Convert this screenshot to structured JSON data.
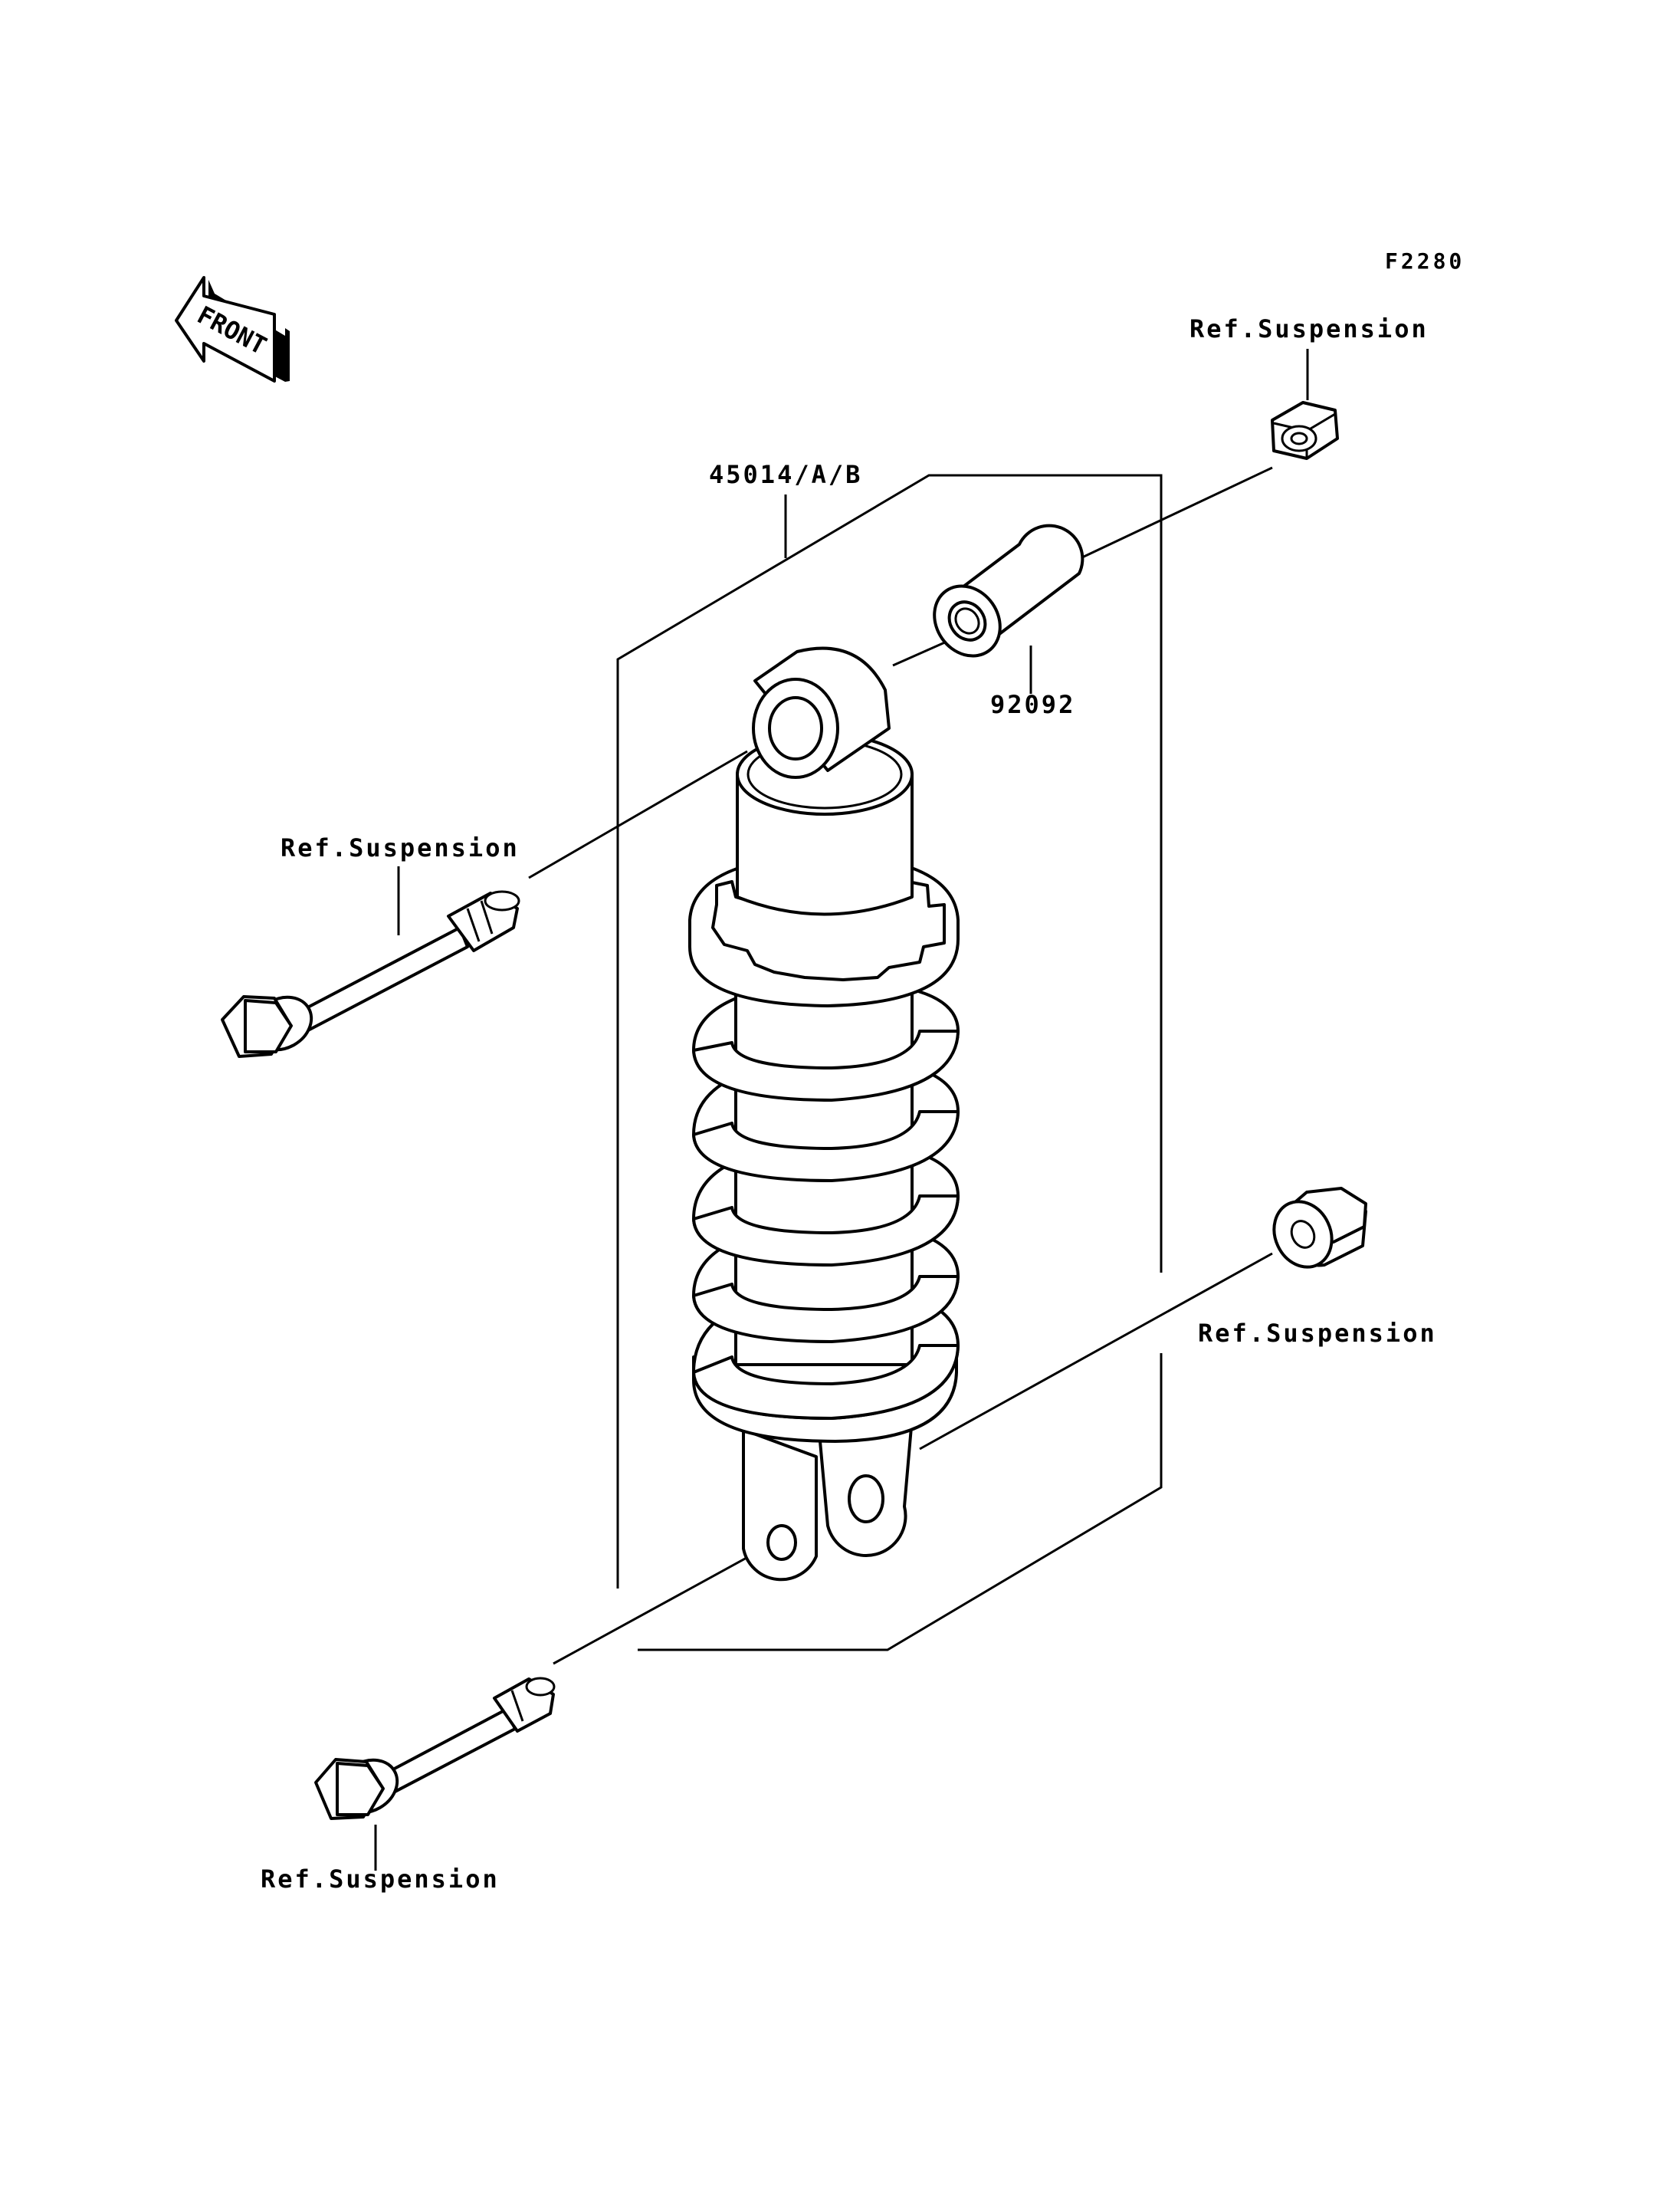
{
  "figure_code": "F2280",
  "front_arrow_label": "FRONT",
  "labels": {
    "shock_absorber": "45014/A/B",
    "collar": "92092",
    "ref_top_right": "Ref.Suspension",
    "ref_upper_left": "Ref.Suspension",
    "ref_lower_right": "Ref.Suspension",
    "ref_bottom_left": "Ref.Suspension"
  }
}
